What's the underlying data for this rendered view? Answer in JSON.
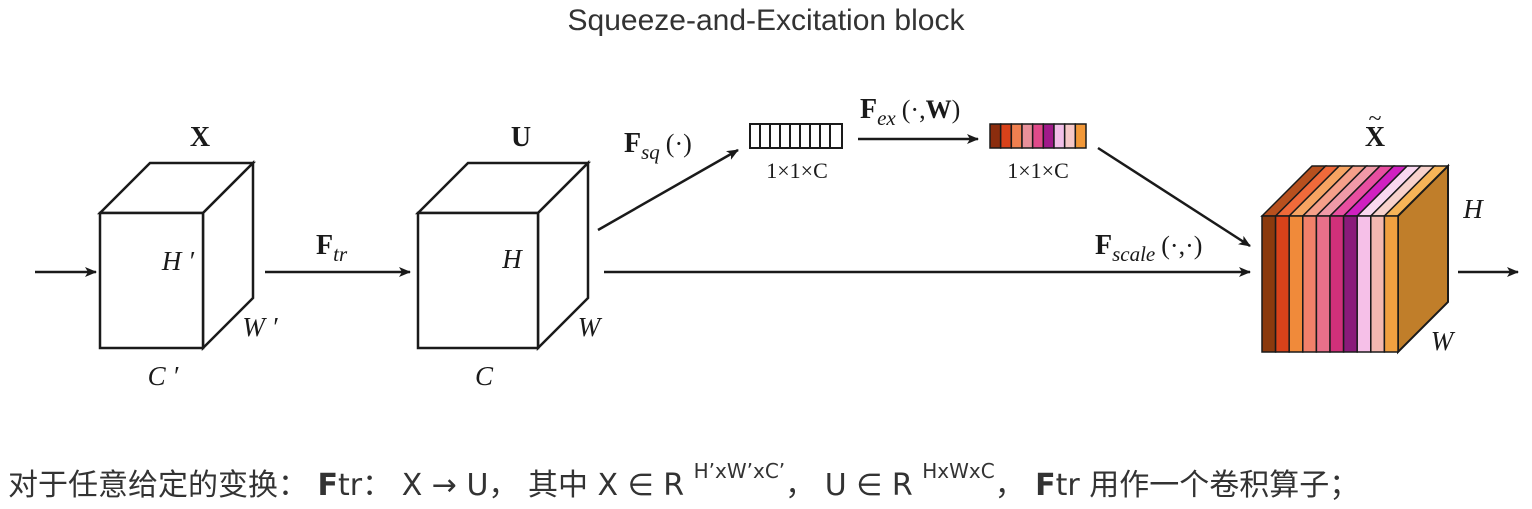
{
  "title": "Squeeze-and-Excitation block",
  "diagram": {
    "nodes": {
      "x": {
        "label": "X",
        "h": "H ′",
        "w": "W ′",
        "c": "C ′"
      },
      "u": {
        "label": "U",
        "h": "H",
        "w": "W",
        "c": "C"
      },
      "squeeze_vector": {
        "size": "1×1×C"
      },
      "excite_vector": {
        "size": "1×1×C"
      },
      "x_tilde": {
        "label": "X",
        "h": "H",
        "w": "W"
      }
    },
    "edges": {
      "f_tr": {
        "main": "F",
        "sub": "tr"
      },
      "f_sq": {
        "main": "F",
        "sub": "sq",
        "args": "(·)"
      },
      "f_ex": {
        "main": "F",
        "sub": "ex",
        "args": "(·,",
        "weight": "W",
        "close": ")"
      },
      "f_scale": {
        "main": "F",
        "sub": "scale",
        "args": "(·,·)"
      }
    },
    "colors": {
      "excite_cells": [
        "#8b2d0e",
        "#d8421a",
        "#f08050",
        "#e8909a",
        "#e04a8a",
        "#a01a8a",
        "#f2c0e8",
        "#f6c8c8",
        "#f29838"
      ],
      "slices": [
        "#8b3a0e",
        "#d8421a",
        "#f08a3a",
        "#f2806a",
        "#e8708a",
        "#d0307a",
        "#8a1a7a",
        "#f6c0e8",
        "#f4b8b0",
        "#f0a040"
      ],
      "slices_top": [
        "#b8501e",
        "#f06a3a",
        "#f6a462",
        "#f6a08a",
        "#f09aa8",
        "#e84ea0",
        "#d020c0",
        "#fad8f0",
        "#f8d2cc",
        "#f6b458"
      ],
      "side": "#c07e2a",
      "line": "#1a1a1a"
    }
  },
  "caption": {
    "intro": "对于任意给定的变换： ",
    "ftr_bold": "F",
    "ftr_rest": "tr",
    "colon": "：",
    "mapping": " X → U",
    "sep1": "，",
    "where": " 其中 X ∈ R ",
    "x_dims": "H’xW’xC’",
    "sep2": "，",
    "u_part": "  U ∈ R ",
    "u_dims": "HxWxC",
    "sep3": "，",
    "ftr2_bold": " F",
    "ftr2_rest": "tr",
    "tail": " 用作一个卷积算子；"
  }
}
